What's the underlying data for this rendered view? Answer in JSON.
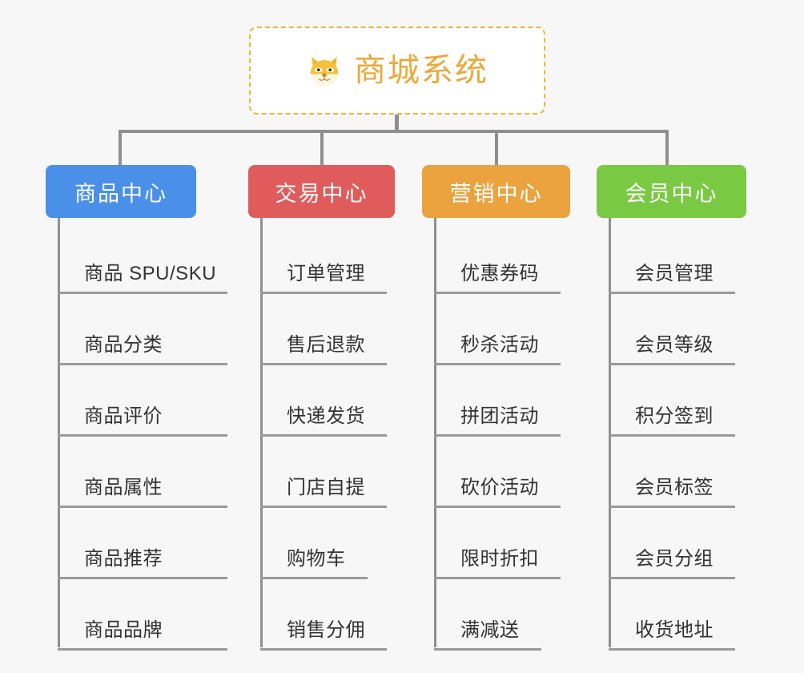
{
  "page": {
    "background_color": "#f7f7f7",
    "line_color": "#8f8f8f"
  },
  "root": {
    "title": "商城系统",
    "icon": "shiba-dog-face-icon",
    "border_color": "#f0b33c",
    "text_color": "#eaa93c",
    "background_color": "#ffffff"
  },
  "branches": [
    {
      "label": "商品中心",
      "color": "#4a90e8",
      "items": [
        {
          "label": "商品 SPU/SKU"
        },
        {
          "label": "商品分类"
        },
        {
          "label": "商品评价"
        },
        {
          "label": "商品属性"
        },
        {
          "label": "商品推荐"
        },
        {
          "label": "商品品牌"
        }
      ]
    },
    {
      "label": "交易中心",
      "color": "#e05c5c",
      "items": [
        {
          "label": "订单管理"
        },
        {
          "label": "售后退款"
        },
        {
          "label": "快递发货"
        },
        {
          "label": "门店自提"
        },
        {
          "label": "购物车"
        },
        {
          "label": "销售分佣"
        }
      ]
    },
    {
      "label": "营销中心",
      "color": "#eba33f",
      "items": [
        {
          "label": "优惠券码"
        },
        {
          "label": "秒杀活动"
        },
        {
          "label": "拼团活动"
        },
        {
          "label": "砍价活动"
        },
        {
          "label": "限时折扣"
        },
        {
          "label": "满减送"
        }
      ]
    },
    {
      "label": "会员中心",
      "color": "#7ac943",
      "items": [
        {
          "label": "会员管理"
        },
        {
          "label": "会员等级"
        },
        {
          "label": "积分签到"
        },
        {
          "label": "会员标签"
        },
        {
          "label": "会员分组"
        },
        {
          "label": "收货地址"
        }
      ]
    }
  ]
}
